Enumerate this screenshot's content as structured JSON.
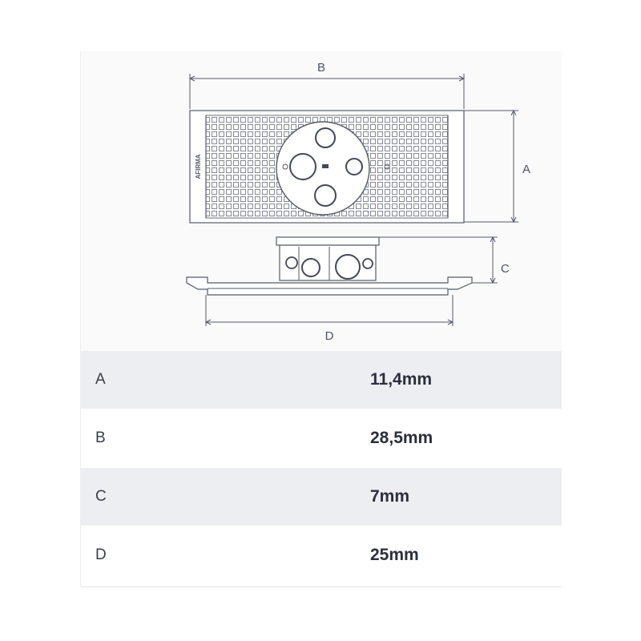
{
  "drawing": {
    "dimension_labels": {
      "a": "A",
      "b": "B",
      "c": "C",
      "d": "D"
    },
    "brand_mark": "AFIRMA"
  },
  "specs": {
    "rows": [
      {
        "label": "A",
        "value": "11,4mm"
      },
      {
        "label": "B",
        "value": "28,5mm"
      },
      {
        "label": "C",
        "value": "7mm"
      },
      {
        "label": "D",
        "value": "25mm"
      }
    ]
  },
  "colors": {
    "line": "#555a66",
    "row_shade": "#eceef2",
    "value_text": "#2b2e3b"
  }
}
